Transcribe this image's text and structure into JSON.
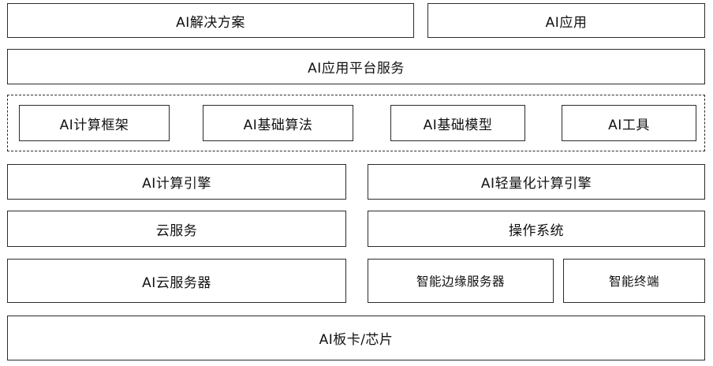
{
  "row1": {
    "left": "AI解决方案",
    "right": "AI应用"
  },
  "row2": {
    "label": "AI应用平台服务"
  },
  "row3": {
    "items": [
      "AI计算框架",
      "AI基础算法",
      "AI基础模型",
      "AI工具"
    ]
  },
  "row4": {
    "left": "AI计算引擎",
    "right": "AI轻量化计算引擎"
  },
  "row5": {
    "left": "云服务",
    "right": "操作系统"
  },
  "row6": {
    "left": "AI云服务器",
    "middle": "智能边缘服务器",
    "right": "智能终端"
  },
  "row7": {
    "label": "AI板卡/芯片"
  }
}
